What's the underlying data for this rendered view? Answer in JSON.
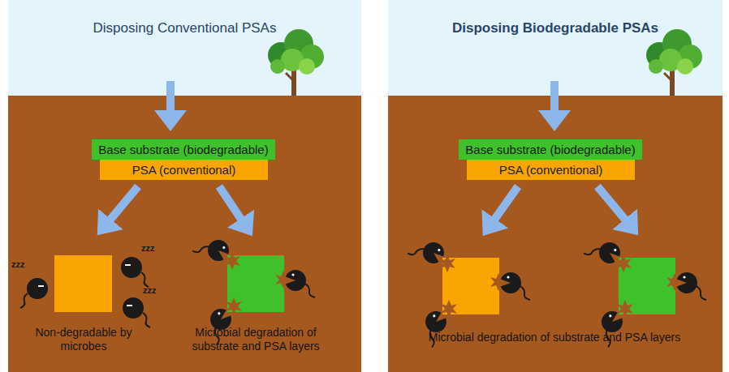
{
  "diagram": {
    "nodes": [
      {
        "text": [
          "Disposing Conventional PSAs"
        ]
      },
      {
        "text": [
          "Base substrate (biodegradable)"
        ],
        "in": 0
      },
      {
        "text": [
          "PSA (conventional)"
        ],
        "in": 0
      },
      {
        "text": [
          "Disposing Biodegradable PSAs"
        ]
      },
      {
        "text": [
          "Base substrate (biodegradable)"
        ],
        "in": 3
      },
      {
        "text": [
          "PSA (conventional)"
        ],
        "in": 3
      }
    ],
    "labels": [
      "zzz",
      "zzz",
      "zzz",
      "Non-degradable by microbes",
      "Microbial degradation of substrate and PSA layers",
      "Microbial degradation of substrate and PSA layers"
    ]
  }
}
